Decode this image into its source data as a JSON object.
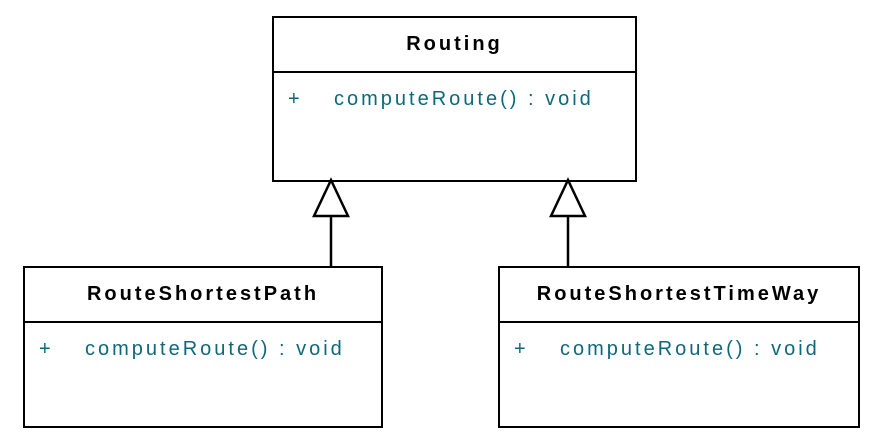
{
  "diagram": {
    "type": "uml-class-diagram",
    "classes": [
      {
        "name": "Routing",
        "members": [
          {
            "visibility": "+",
            "signature": "computeRoute() : void"
          }
        ]
      },
      {
        "name": "RouteShortestPath",
        "members": [
          {
            "visibility": "+",
            "signature": "computeRoute() : void"
          }
        ]
      },
      {
        "name": "RouteShortestTimeWay",
        "members": [
          {
            "visibility": "+",
            "signature": "computeRoute() : void"
          }
        ]
      }
    ],
    "relations": [
      {
        "type": "generalization",
        "from": "RouteShortestPath",
        "to": "Routing"
      },
      {
        "type": "generalization",
        "from": "RouteShortestTimeWay",
        "to": "Routing"
      }
    ],
    "colors": {
      "box_border": "#000000",
      "class_name_text": "#000000",
      "member_text": "#0d697a",
      "background": "#ffffff"
    }
  }
}
